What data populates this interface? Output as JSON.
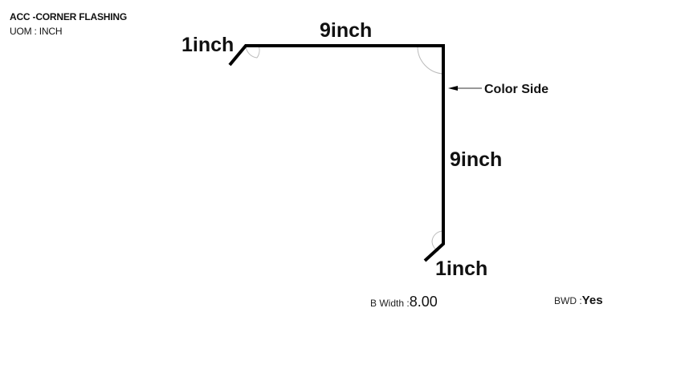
{
  "header": {
    "title": "ACC -CORNER FLASHING",
    "uom": "UOM : INCH"
  },
  "diagram": {
    "dimensions": {
      "top_hem": "1inch",
      "top_length": "9inch",
      "vertical_length": "9inch",
      "bottom_hem": "1inch"
    },
    "callout": "Color Side"
  },
  "footer": {
    "b_width_label": "B Width :",
    "b_width_value": "8.00",
    "bwd_label": "BWD :",
    "bwd_value": "Yes"
  }
}
